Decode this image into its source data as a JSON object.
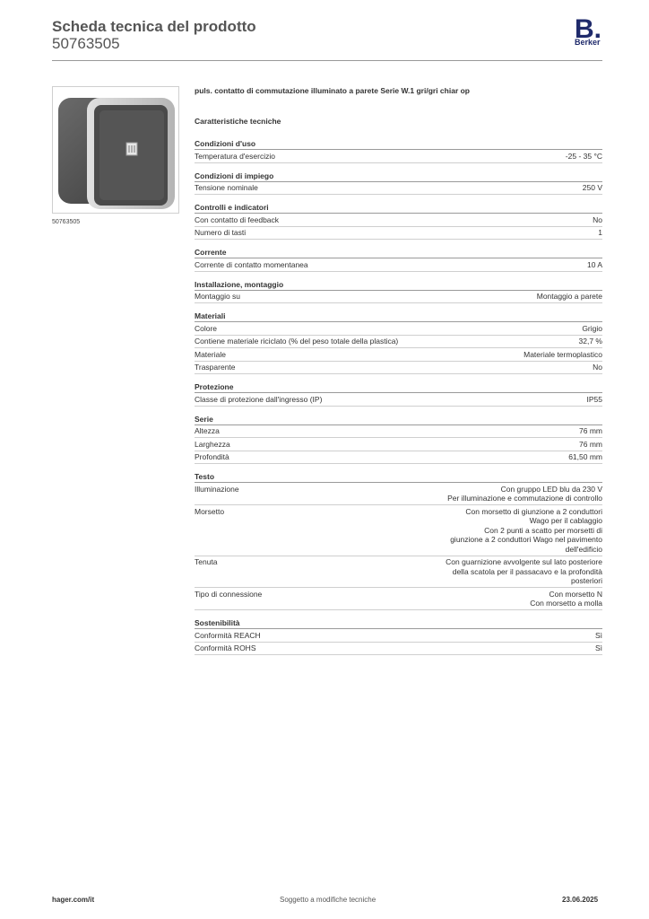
{
  "header": {
    "title": "Scheda tecnica del prodotto",
    "code": "50763505",
    "logo_letter": "B.",
    "logo_text": "Berker"
  },
  "image": {
    "caption": "50763505"
  },
  "product": {
    "description": "puls. contatto di commutazione illuminato a parete Serie W.1 gri/gri chiar op",
    "section_title": "Caratteristiche tecniche"
  },
  "groups": [
    {
      "title": "Condizioni d'uso",
      "rows": [
        {
          "k": "Temperatura d'esercizio",
          "v": "-25 - 35 °C"
        }
      ]
    },
    {
      "title": "Condizioni di impiego",
      "rows": [
        {
          "k": "Tensione nominale",
          "v": "250 V"
        }
      ]
    },
    {
      "title": "Controlli e indicatori",
      "rows": [
        {
          "k": "Con contatto di feedback",
          "v": "No"
        },
        {
          "k": "Numero di tasti",
          "v": "1"
        }
      ]
    },
    {
      "title": "Corrente",
      "rows": [
        {
          "k": "Corrente di contatto momentanea",
          "v": "10 A"
        }
      ]
    },
    {
      "title": "Installazione, montaggio",
      "rows": [
        {
          "k": "Montaggio su",
          "v": "Montaggio a parete"
        }
      ]
    },
    {
      "title": "Materiali",
      "rows": [
        {
          "k": "Colore",
          "v": "Grigio"
        },
        {
          "k": "Contiene materiale riciclato (% del peso totale della plastica)",
          "v": "32,7 %"
        },
        {
          "k": "Materiale",
          "v": "Materiale termoplastico"
        },
        {
          "k": "Trasparente",
          "v": "No"
        }
      ]
    },
    {
      "title": "Protezione",
      "rows": [
        {
          "k": "Classe di protezione dall'ingresso (IP)",
          "v": "IP55"
        }
      ]
    },
    {
      "title": "Serie",
      "rows": [
        {
          "k": "Altezza",
          "v": "76 mm"
        },
        {
          "k": "Larghezza",
          "v": "76 mm"
        },
        {
          "k": "Profondità",
          "v": "61,50 mm"
        }
      ]
    },
    {
      "title": "Testo",
      "rows": [
        {
          "k": "Illuminazione",
          "v": "Con gruppo LED blu da 230 V\nPer illuminazione e commutazione di controllo"
        },
        {
          "k": "Morsetto",
          "v": "Con morsetto di giunzione a 2 conduttori\nWago per il cablaggio\nCon 2 punti a scatto per morsetti di\ngiunzione a 2 conduttori Wago nel pavimento\ndell'edificio"
        },
        {
          "k": "Tenuta",
          "v": "Con guarnizione avvolgente sul lato posteriore\ndella scatola per il passacavo e la profondità\nposteriori"
        },
        {
          "k": "Tipo di connessione",
          "v": "Con morsetto N\nCon morsetto a molla"
        }
      ]
    },
    {
      "title": "Sostenibilità",
      "rows": [
        {
          "k": "Conformità REACH",
          "v": "Sì"
        },
        {
          "k": "Conformità ROHS",
          "v": "Sì"
        }
      ]
    }
  ],
  "footer": {
    "left": "hager.com/it",
    "middle": "Soggetto a modifiche tecniche",
    "right": "23.06.2025"
  }
}
